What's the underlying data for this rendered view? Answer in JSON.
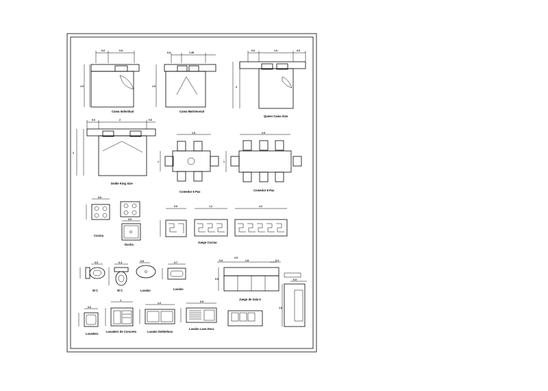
{
  "sheet": {
    "labels": {
      "bed1": "Cama Individual",
      "bed2": "Cama Matrimonial",
      "bed3": "Queen Cama Size",
      "bed4": "Doble King Size",
      "dining6": "Comedor 6 Pax",
      "dining8": "Comedor 8 Pax",
      "cocina": "Cocina",
      "ducha": "Ducha",
      "juego_cocina": "Juego Cocina",
      "wc1": "W C",
      "wc2": "W C",
      "lavabo1": "Lavabo",
      "lavabo2": "Lavabo",
      "sofa": "Juego de Sala II",
      "lavadero": "Lavadero",
      "lav_concreto": "Lavadero de Concreto",
      "lav_doble": "Lavabo Doble/Inox",
      "lav_secado": "Lavabo Lava-Seca"
    }
  }
}
